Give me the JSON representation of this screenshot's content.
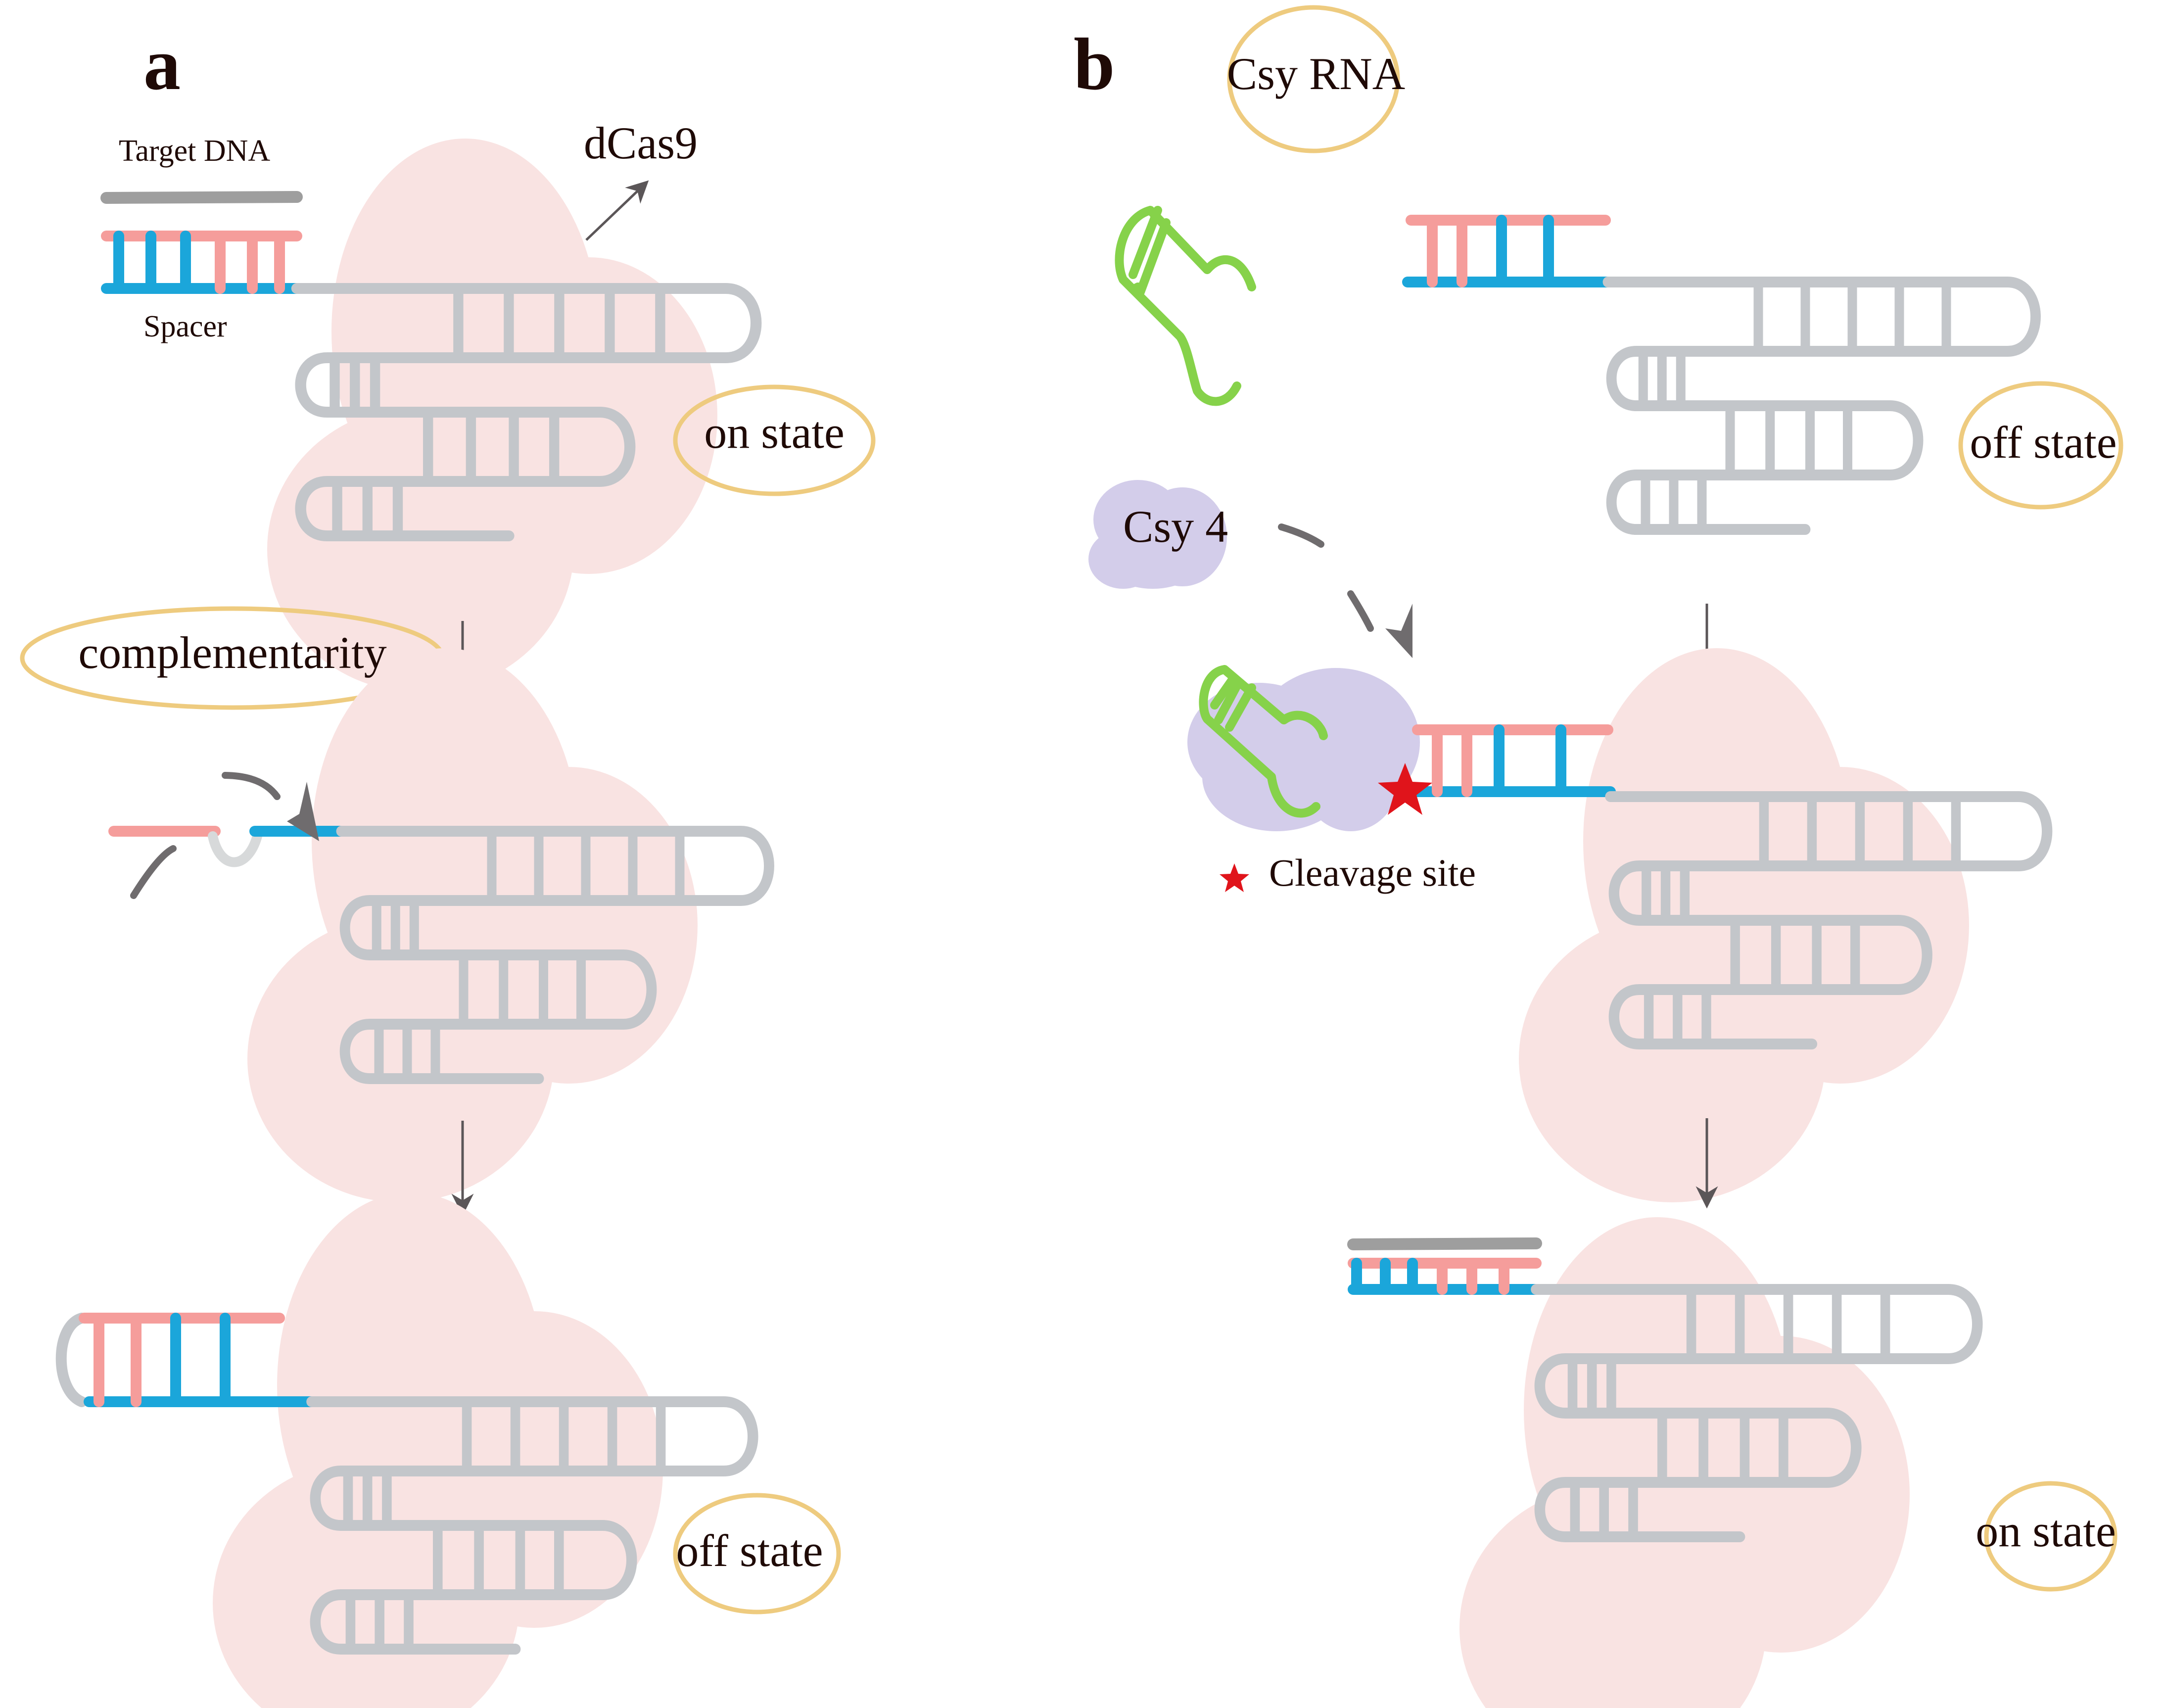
{
  "figure": {
    "panels": [
      {
        "letter": "a",
        "labels": {
          "target_dna": "Target DNA",
          "spacer": "Spacer",
          "protein": "dCas9",
          "state_top": "on state",
          "trigger": "complementarity",
          "state_bottom": "off state"
        }
      },
      {
        "letter": "b",
        "labels": {
          "rna": "Csy RNA",
          "state_top": "off state",
          "enzyme": "Csy 4",
          "cleavage_legend": "Cleavage site",
          "state_bottom": "on state"
        }
      }
    ],
    "colors": {
      "guide_rna": "#c3c6ca",
      "target_strand": "#f59d9b",
      "spacer_strand": "#1ba6da",
      "target_dna": "#9e9e9e",
      "csy_hairpin": "#86d24a",
      "dcas9": "#f9e3e2",
      "csy4": "#d3cdea",
      "state_oval": "#eecb7f",
      "cleavage_star": "#e0141b",
      "arrow": "#5b5658"
    },
    "icons": {
      "cleavage": "star-icon"
    }
  }
}
